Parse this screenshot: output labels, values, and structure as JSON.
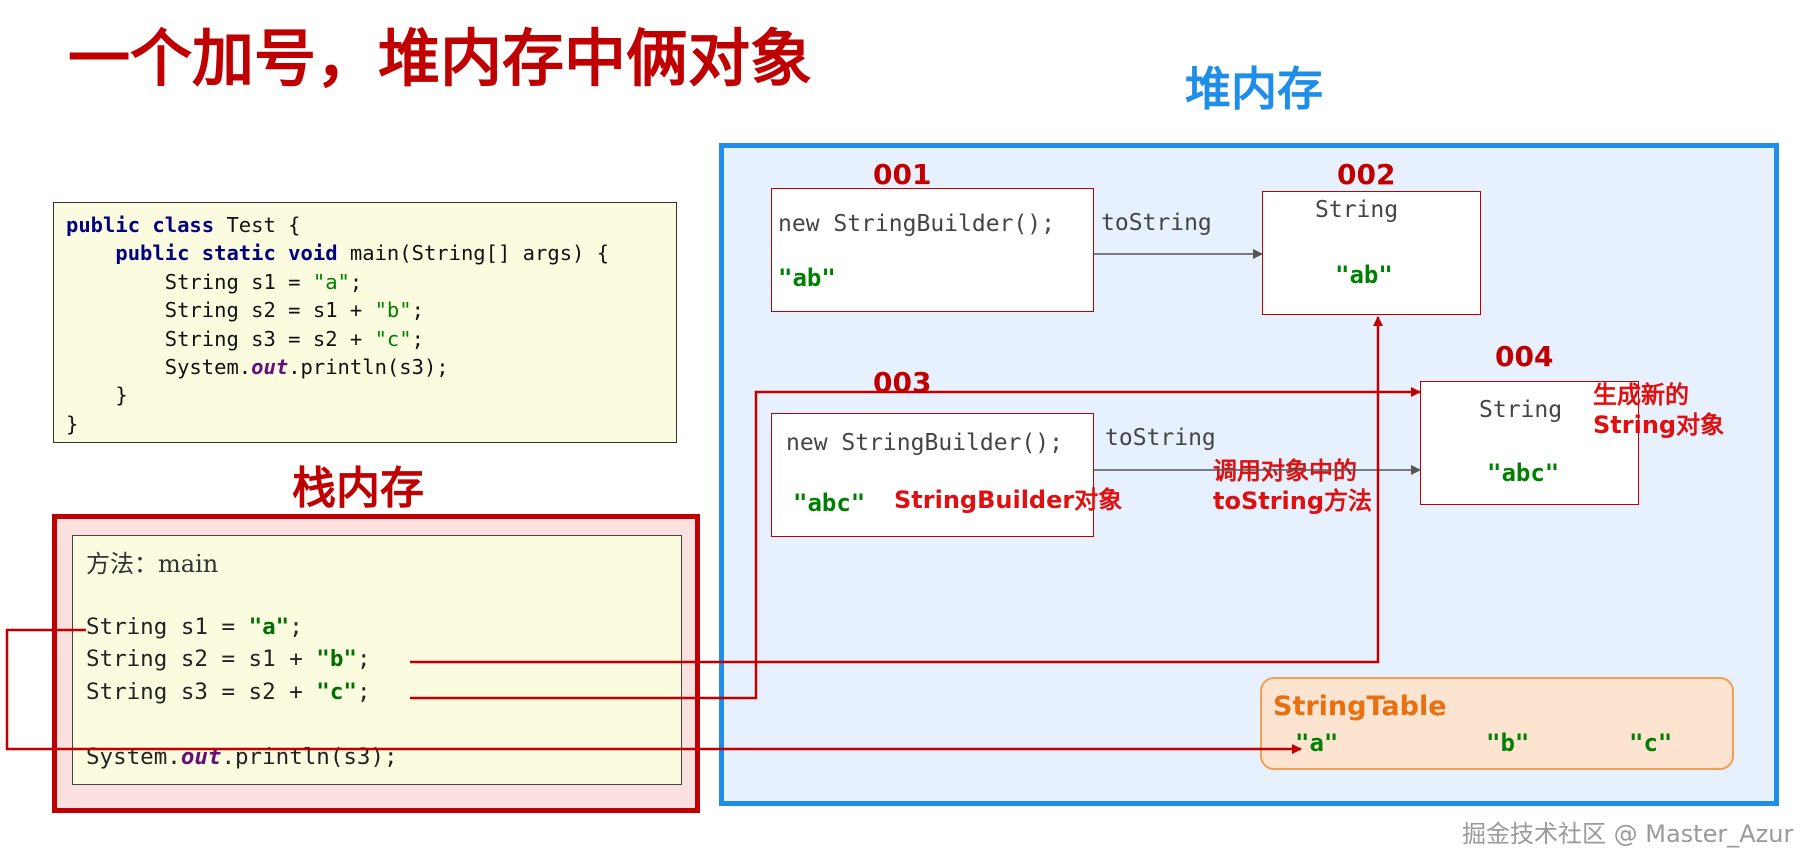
{
  "title": "一个加号，堆内存中俩对象",
  "heap_title": "堆内存",
  "stack_title": "栈内存",
  "code": {
    "line1": {
      "kw": "public class",
      "rest": " Test {"
    },
    "line2": {
      "indent": "    ",
      "kw": "public static void",
      "rest": " main(String[] args) {"
    },
    "line3": {
      "indent": "        ",
      "pre": "String s1 = ",
      "str": "\"a\"",
      "post": ";"
    },
    "line4": {
      "indent": "        ",
      "pre": "String s2 = s1 + ",
      "str": "\"b\"",
      "post": ";"
    },
    "line5": {
      "indent": "        ",
      "pre": "String s3 = s2 + ",
      "str": "\"c\"",
      "post": ";"
    },
    "line6": {
      "indent": "        ",
      "pre": "System.",
      "it": "out",
      "post": ".println(s3);"
    },
    "line7": "    }",
    "line8": "}"
  },
  "stack": {
    "method_label": "方法：main",
    "s1": {
      "pre": "String s1 = ",
      "str": "\"a\"",
      "post": ";"
    },
    "s2": {
      "pre": "String s2 = s1 + ",
      "str": "\"b\"",
      "post": ";"
    },
    "s3": {
      "pre": "String s3 = s2 + ",
      "str": "\"c\"",
      "post": ";"
    },
    "print": {
      "pre": "System.",
      "it": "out",
      "post": ".println(s3);"
    }
  },
  "heap": {
    "obj001": {
      "id": "001",
      "code": "new StringBuilder();",
      "value": "\"ab\""
    },
    "obj002": {
      "id": "002",
      "type": "String",
      "value": "\"ab\""
    },
    "obj003": {
      "id": "003",
      "code": "new StringBuilder();",
      "value": "\"abc\"",
      "note": "StringBuilder对象"
    },
    "obj004": {
      "id": "004",
      "type": "String",
      "value": "\"abc\"",
      "note_line1": "生成新的",
      "note_line2": "String对象"
    },
    "tostring_1": "toString",
    "tostring_2": "toString",
    "call_note_line1": "调用对象中的",
    "call_note_line2": "toString方法"
  },
  "string_table": {
    "title": "StringTable",
    "values": [
      "\"a\"",
      "\"b\"",
      "\"c\""
    ]
  },
  "watermark": "掘金技术社区 @ Master_Azur",
  "colors": {
    "red": "#c00000",
    "blue": "#1f8ee8",
    "green": "#008000",
    "orange": "#e87010"
  }
}
